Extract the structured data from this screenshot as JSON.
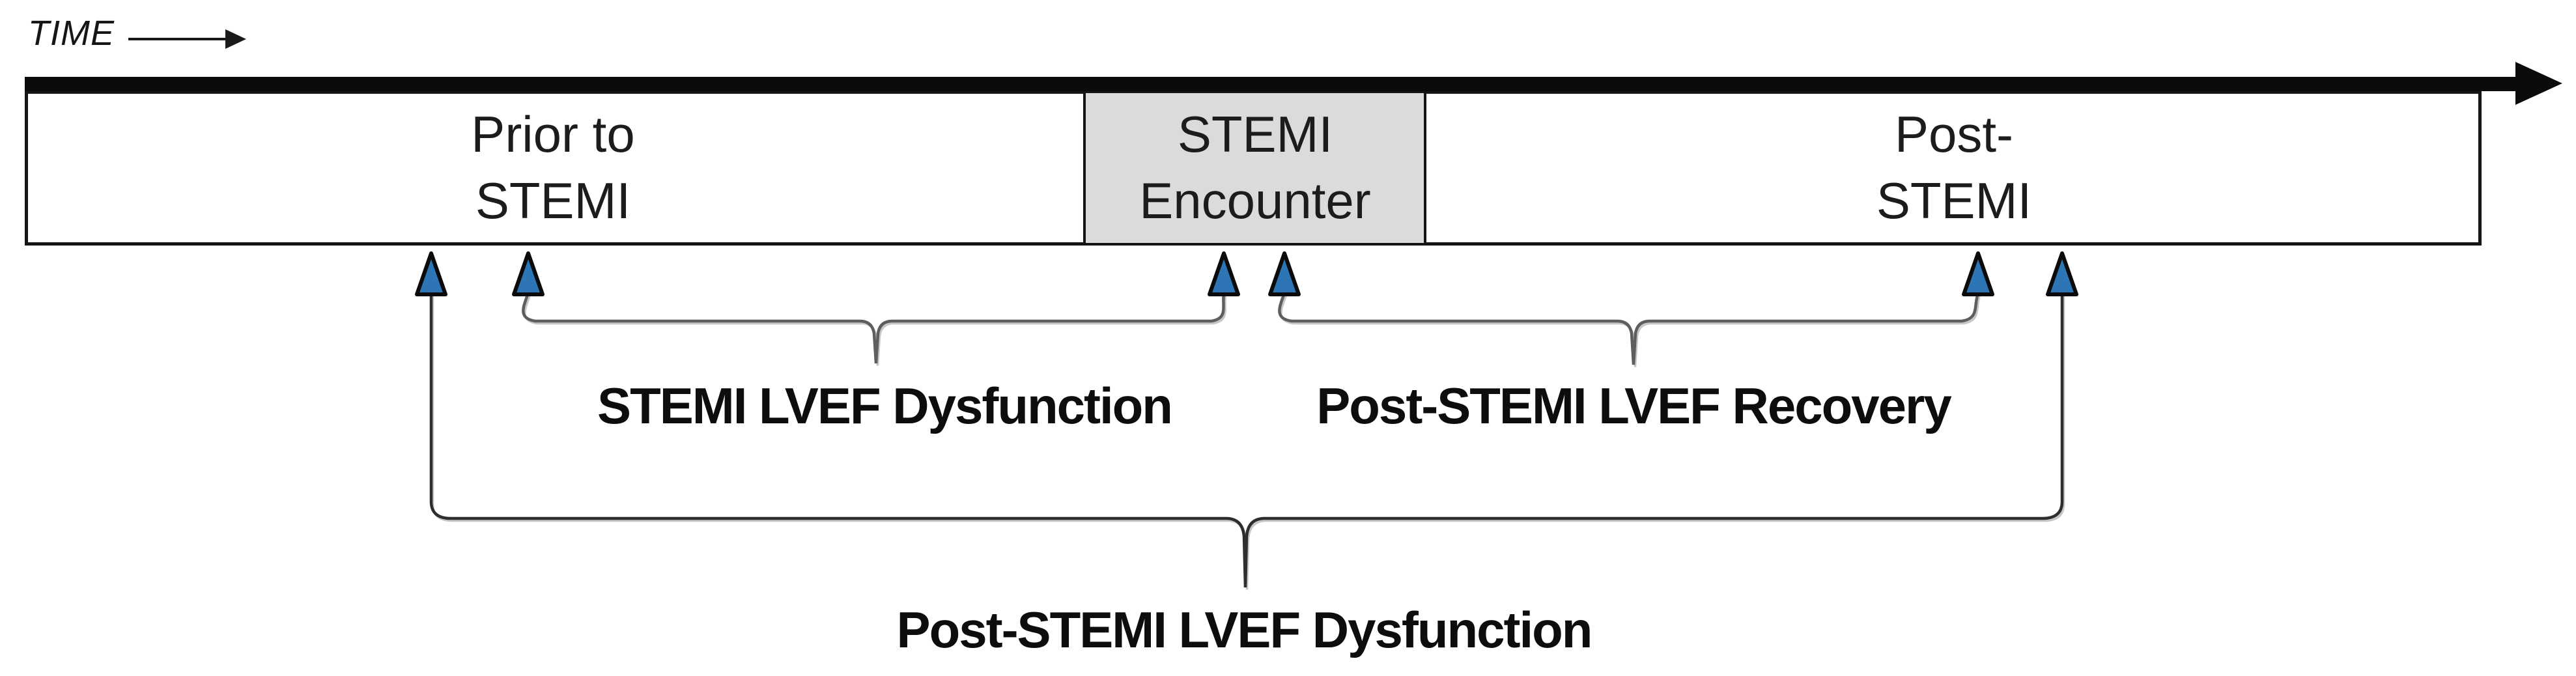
{
  "figure": {
    "description": "Timeline schematic of LVEF status relative to a STEMI encounter"
  },
  "palette": {
    "marker_blue": "#2E75B6",
    "encounter_fill": "#DBDBDB",
    "line_black": "#151515",
    "brace_gray": "#5e5e5e"
  },
  "time_axis": {
    "label": "TIME",
    "arrow_icon": "right-arrow"
  },
  "timeline": {
    "arrow_icon": "thick-right-arrow",
    "segments": [
      {
        "name": "prior-to-stemi",
        "line1": "Prior to",
        "line2": "STEMI"
      },
      {
        "name": "stemi-encounter",
        "line1": "STEMI",
        "line2": "Encounter"
      },
      {
        "name": "post-stemi",
        "line1": "Post-",
        "line2": "STEMI"
      }
    ]
  },
  "markers": {
    "icon": "up-triangle-marker",
    "color": "#2E75B6",
    "count": 6
  },
  "annotations": {
    "stemi_lvef_dysfunction": "STEMI LVEF Dysfunction",
    "post_stemi_lvef_recovery": "Post-STEMI LVEF Recovery",
    "post_stemi_lvef_dysfunction": "Post-STEMI LVEF Dysfunction"
  }
}
